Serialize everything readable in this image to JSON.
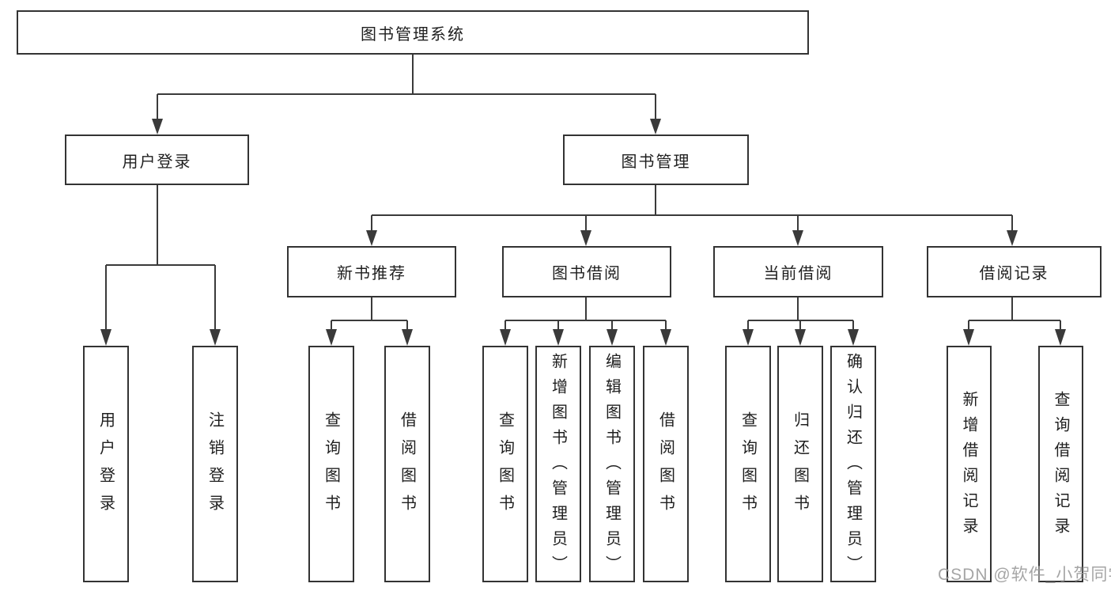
{
  "tree": {
    "label": "图书管理系统",
    "children": [
      {
        "label": "用户登录",
        "children": [
          {
            "label": "用户登录"
          },
          {
            "label": "注销登录"
          }
        ]
      },
      {
        "label": "图书管理",
        "children": [
          {
            "label": "新书推荐",
            "children": [
              {
                "label": "查询图书"
              },
              {
                "label": "借阅图书"
              }
            ]
          },
          {
            "label": "图书借阅",
            "children": [
              {
                "label": "查询图书"
              },
              {
                "label": "新增图书（管理员）"
              },
              {
                "label": "编辑图书（管理员）"
              },
              {
                "label": "借阅图书"
              }
            ]
          },
          {
            "label": "当前借阅",
            "children": [
              {
                "label": "查询图书"
              },
              {
                "label": "归还图书"
              },
              {
                "label": "确认归还（管理员）"
              }
            ]
          },
          {
            "label": "借阅记录",
            "children": [
              {
                "label": "新增借阅记录"
              },
              {
                "label": "查询借阅记录"
              }
            ]
          }
        ]
      }
    ]
  },
  "watermark": {
    "text": "CSDN @软件_小贺同学"
  },
  "colors": {
    "line": "#3a3a3a",
    "border": "#333333",
    "text": "#1f1f1f",
    "watermark_text": "#9e9e9e",
    "background": "#ffffff"
  }
}
